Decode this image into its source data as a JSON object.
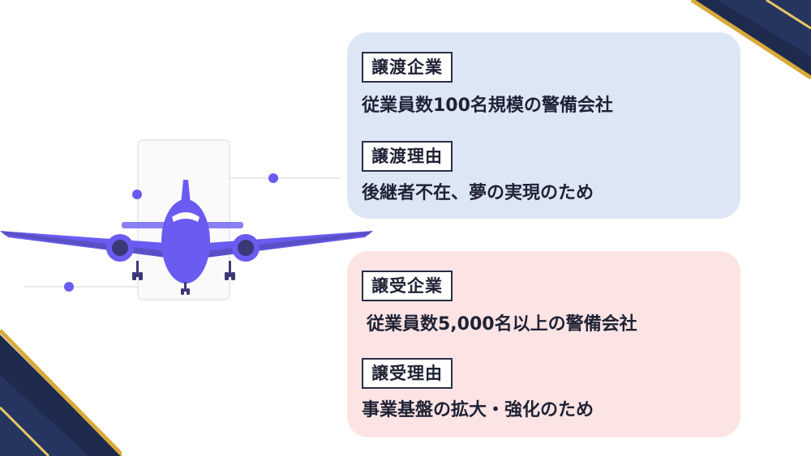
{
  "transferor": {
    "heading": "譲渡企業",
    "description": "従業員数100名規模の警備会社",
    "reason_heading": "譲渡理由",
    "reason": "後継者不在、夢の実現のため"
  },
  "transferee": {
    "heading": "譲受企業",
    "description": "従業員数5,000名以上の警備会社",
    "reason_heading": "譲受理由",
    "reason": "事業基盤の拡大・強化のため"
  },
  "colors": {
    "navy": "#1e2a4e",
    "gold": "#d9a93a",
    "plane": "#6a5cf0",
    "plane_dark": "#3b3878",
    "card_blue": "#dde6f5",
    "card_pink": "#fce4e4"
  },
  "icons": [
    "airplane-illustration"
  ]
}
